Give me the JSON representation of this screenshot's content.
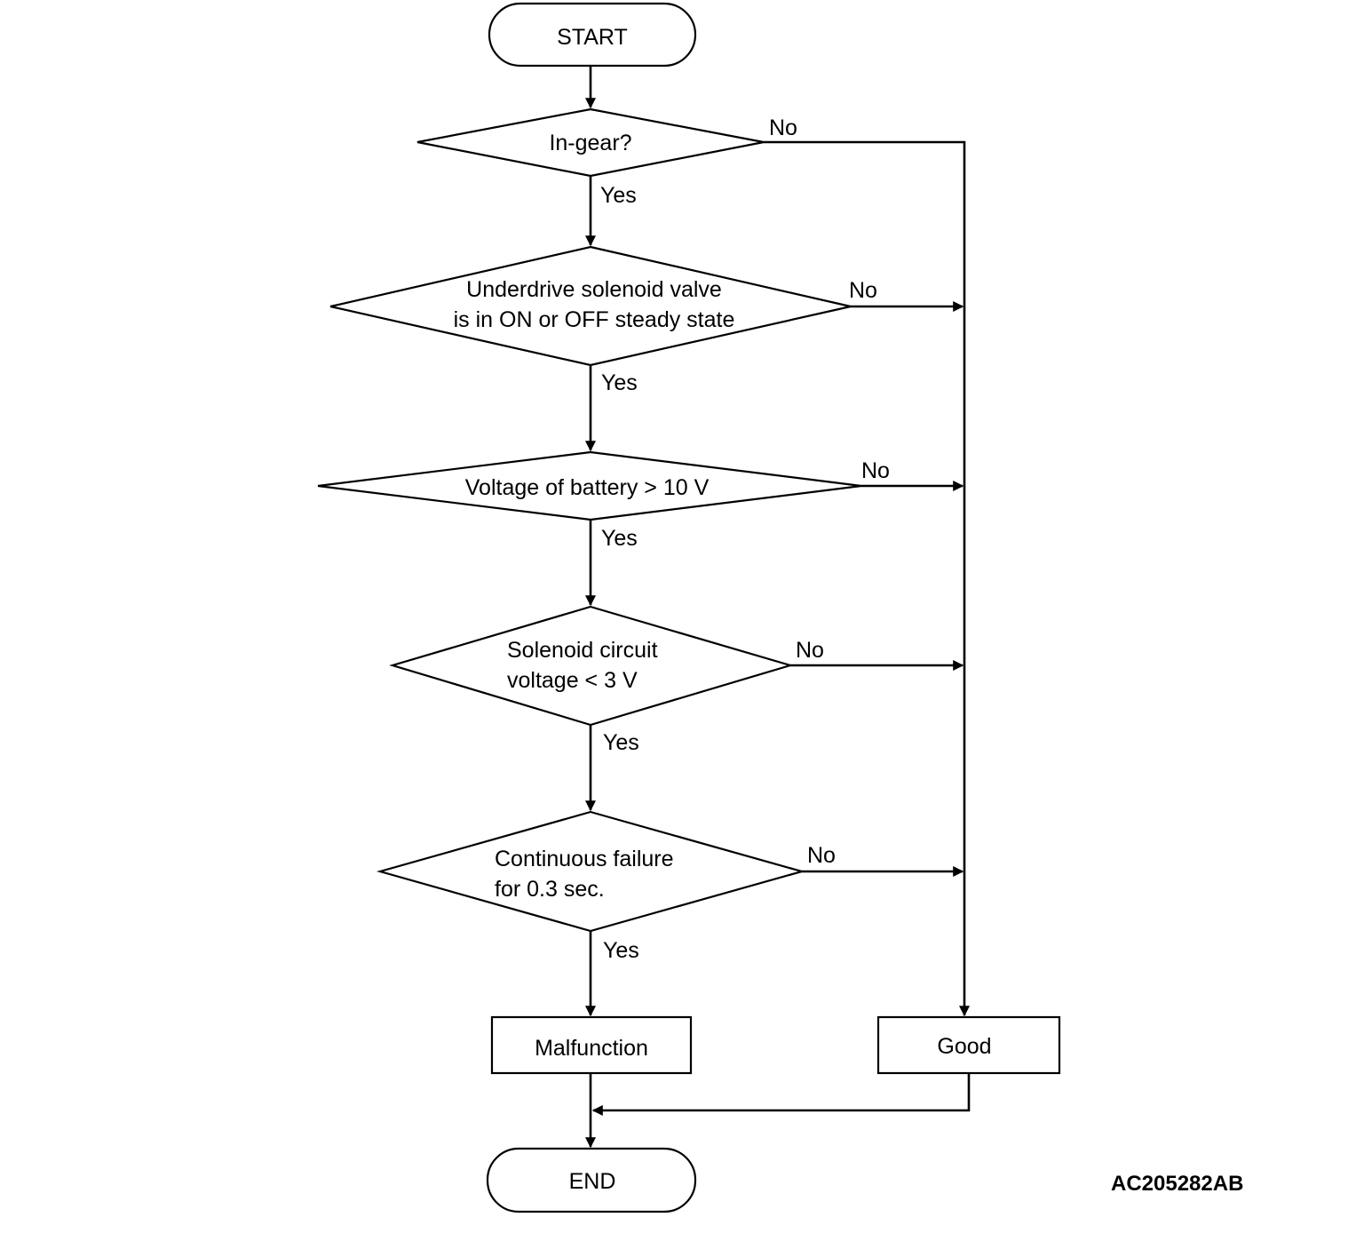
{
  "flowchart": {
    "start": "START",
    "end": "END",
    "decisions": [
      {
        "lines": [
          "In-gear?"
        ],
        "yes": "Yes",
        "no": "No"
      },
      {
        "lines": [
          "Underdrive solenoid valve",
          "is in ON or OFF steady state"
        ],
        "yes": "Yes",
        "no": "No"
      },
      {
        "lines": [
          "Voltage of battery > 10 V"
        ],
        "yes": "Yes",
        "no": "No"
      },
      {
        "lines": [
          "Solenoid circuit",
          "voltage < 3 V"
        ],
        "yes": "Yes",
        "no": "No"
      },
      {
        "lines": [
          "Continuous failure",
          "for 0.3 sec."
        ],
        "yes": "Yes",
        "no": "No"
      }
    ],
    "outcomes": {
      "malfunction": "Malfunction",
      "good": "Good"
    },
    "figure_id": "AC205282AB"
  }
}
